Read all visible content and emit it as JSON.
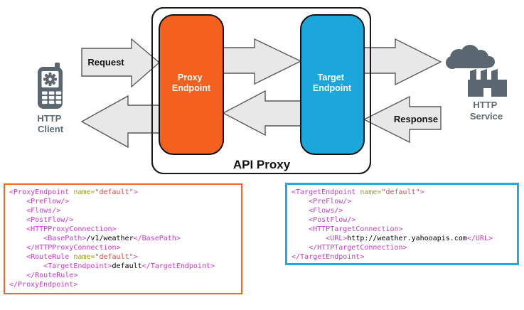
{
  "diagram": {
    "http_client": {
      "label": [
        "HTTP",
        "Client"
      ]
    },
    "http_service": {
      "label": [
        "HTTP",
        "Service"
      ]
    },
    "request_label": "Request",
    "response_label": "Response",
    "api_proxy_label": "API Proxy",
    "proxy_endpoint": {
      "label": [
        "Proxy",
        "Endpoint"
      ]
    },
    "target_endpoint": {
      "label": [
        "Target",
        "Endpoint"
      ]
    }
  },
  "colors": {
    "accent_orange": "#F4611E",
    "accent_blue": "#1BA7DC",
    "icon_gray": "#5B6770",
    "label_gray": "#5E6A73",
    "arrow_fill": "#E8E8E8",
    "arrow_stroke": "#58595B",
    "container_border": "#1A1A1A",
    "tok_tag": "#C43EC4",
    "tok_attr": "#9A9A30",
    "tok_val": "#CB4F4F",
    "tok_plain": "#000000"
  },
  "code_boxes": {
    "proxy": {
      "border_color": "#F26522",
      "lines": [
        [
          [
            "tag",
            "<ProxyEndpoint "
          ],
          [
            "attr",
            "name="
          ],
          [
            "val",
            "\"default\""
          ],
          [
            "tag",
            ">"
          ]
        ],
        [
          [
            "plain",
            "    "
          ],
          [
            "tag",
            "<PreFlow/>"
          ]
        ],
        [
          [
            "plain",
            "    "
          ],
          [
            "tag",
            "<Flows/>"
          ]
        ],
        [
          [
            "plain",
            "    "
          ],
          [
            "tag",
            "<PostFlow/>"
          ]
        ],
        [
          [
            "plain",
            "    "
          ],
          [
            "tag",
            "<HTTPProxyConnection>"
          ]
        ],
        [
          [
            "plain",
            "        "
          ],
          [
            "tag",
            "<BasePath>"
          ],
          [
            "plain",
            "/v1/weather"
          ],
          [
            "tag",
            "</BasePath>"
          ]
        ],
        [
          [
            "plain",
            "    "
          ],
          [
            "tag",
            "</HTTPProxyConnection>"
          ]
        ],
        [
          [
            "plain",
            "    "
          ],
          [
            "tag",
            "<RouteRule "
          ],
          [
            "attr",
            "name="
          ],
          [
            "val",
            "\"default\""
          ],
          [
            "tag",
            ">"
          ]
        ],
        [
          [
            "plain",
            "        "
          ],
          [
            "tag",
            "<TargetEndpoint>"
          ],
          [
            "plain",
            "default"
          ],
          [
            "tag",
            "</TargetEndpoint>"
          ]
        ],
        [
          [
            "plain",
            "    "
          ],
          [
            "tag",
            "</RouteRule>"
          ]
        ],
        [
          [
            "tag",
            "</ProxyEndpoint>"
          ]
        ]
      ]
    },
    "target": {
      "border_color": "#29A8DF",
      "lines": [
        [
          [
            "tag",
            "<TargetEndpoint "
          ],
          [
            "attr",
            "name="
          ],
          [
            "val",
            "\"default\""
          ],
          [
            "tag",
            ">"
          ]
        ],
        [
          [
            "plain",
            "    "
          ],
          [
            "tag",
            "<PreFlow/>"
          ]
        ],
        [
          [
            "plain",
            "    "
          ],
          [
            "tag",
            "<Flows/>"
          ]
        ],
        [
          [
            "plain",
            "    "
          ],
          [
            "tag",
            "<PostFlow/>"
          ]
        ],
        [
          [
            "plain",
            "    "
          ],
          [
            "tag",
            "<HTTPTargetConnection>"
          ]
        ],
        [
          [
            "plain",
            "        "
          ],
          [
            "tag",
            "<URL>"
          ],
          [
            "plain",
            "http://weather.yahooapis.com"
          ],
          [
            "tag",
            "</URL>"
          ]
        ],
        [
          [
            "plain",
            "    "
          ],
          [
            "tag",
            "</HTTPTargetConnection>"
          ]
        ],
        [
          [
            "tag",
            "</TargetEndpoint>"
          ]
        ]
      ]
    }
  }
}
